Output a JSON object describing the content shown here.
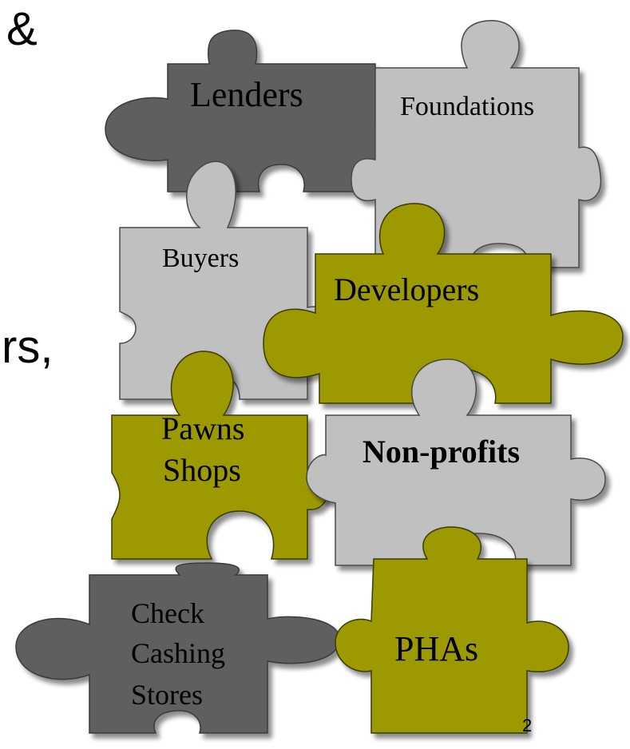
{
  "slide": {
    "edge_text_top": "&",
    "edge_text_mid": "rs,",
    "page_number": "2"
  },
  "colors": {
    "dark_gray": "#5f5f5f",
    "light_gray": "#c0c0c0",
    "olive": "#9c9a00",
    "outline": "#3a3a3a"
  },
  "pieces": {
    "lenders": "Lenders",
    "foundations": "Foundations",
    "buyers": "Buyers",
    "developers": "Developers",
    "pawns_line1": "Pawns",
    "pawns_line2": "Shops",
    "nonprofits": "Non-profits",
    "check_line1": "Check",
    "check_line2": "Cashing",
    "check_line3": "Stores",
    "phas": "PHAs"
  }
}
